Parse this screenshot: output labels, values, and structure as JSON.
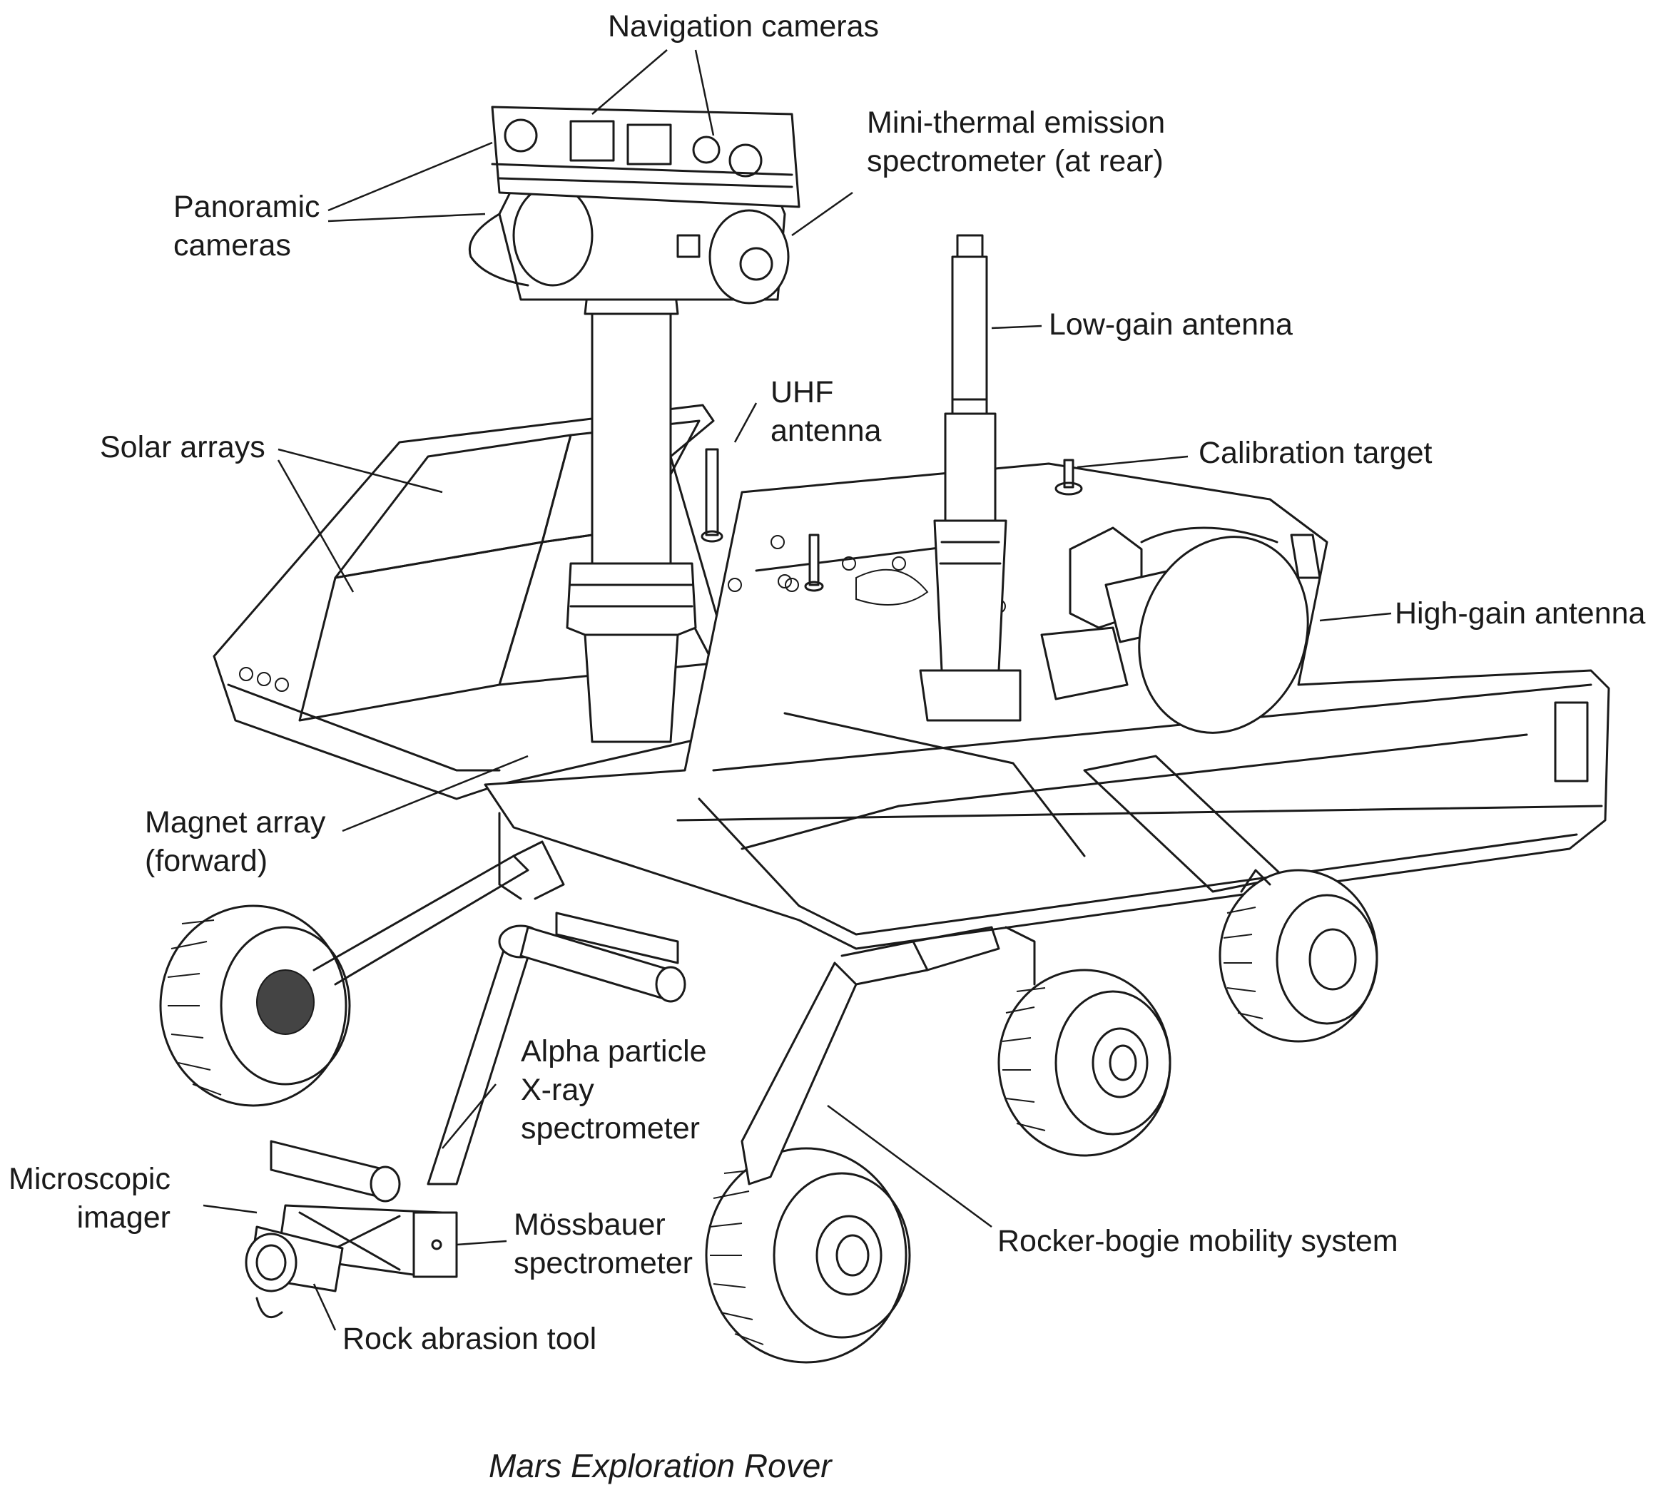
{
  "labels": {
    "navigation_cameras": "Navigation cameras",
    "mini_tes": "Mini-thermal emission\nspectrometer (at rear)",
    "panoramic_cameras": "Panoramic\ncameras",
    "low_gain_antenna": "Low-gain antenna",
    "uhf_antenna": "UHF\nantenna",
    "solar_arrays": "Solar arrays",
    "calibration_target": "Calibration target",
    "high_gain_antenna": "High-gain antenna",
    "magnet_array": "Magnet array\n(forward)",
    "apxs": "Alpha particle\nX-ray\nspectrometer",
    "microscopic_imager": "Microscopic\nimager",
    "mossbauer": "Mössbauer\nspectrometer",
    "rocker_bogie": "Rocker-bogie mobility system",
    "rock_abrasion_tool": "Rock abrasion tool"
  },
  "caption": "Mars Exploration Rover"
}
